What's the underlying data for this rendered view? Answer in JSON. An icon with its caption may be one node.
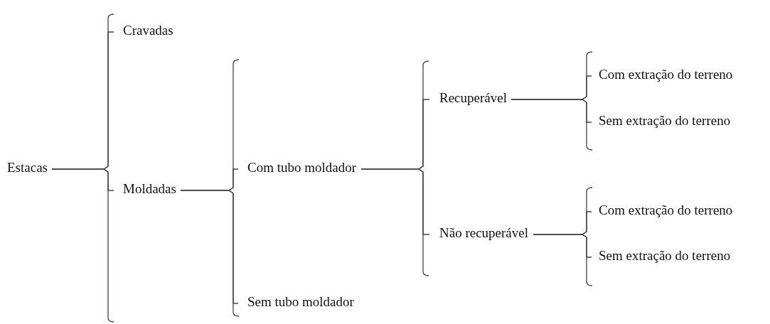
{
  "diagram": {
    "nodes": [
      {
        "text": [
          "Estacas"
        ]
      },
      {
        "text": [
          "Cravadas"
        ]
      },
      {
        "text": [
          "Moldadas"
        ]
      },
      {
        "text": [
          "Com tubo moldador"
        ]
      },
      {
        "text": [
          "Sem tubo moldador"
        ]
      },
      {
        "text": [
          "Recuperável"
        ]
      },
      {
        "text": [
          "Não recuperável"
        ]
      },
      {
        "text": [
          "Com extração do terreno"
        ]
      },
      {
        "text": [
          "Sem extração do terreno"
        ]
      },
      {
        "text": [
          "Com extração do terreno"
        ]
      },
      {
        "text": [
          "Sem extração do terreno"
        ]
      }
    ],
    "edges": [
      {
        "from": 0,
        "to": 1,
        "arrow": "none"
      },
      {
        "from": 0,
        "to": 2,
        "arrow": "none"
      },
      {
        "from": 2,
        "to": 3,
        "arrow": "none"
      },
      {
        "from": 2,
        "to": 4,
        "arrow": "none"
      },
      {
        "from": 3,
        "to": 5,
        "arrow": "none"
      },
      {
        "from": 3,
        "to": 6,
        "arrow": "none"
      },
      {
        "from": 5,
        "to": 7,
        "arrow": "none"
      },
      {
        "from": 5,
        "to": 8,
        "arrow": "none"
      },
      {
        "from": 6,
        "to": 9,
        "arrow": "none"
      },
      {
        "from": 6,
        "to": 10,
        "arrow": "none"
      }
    ]
  }
}
